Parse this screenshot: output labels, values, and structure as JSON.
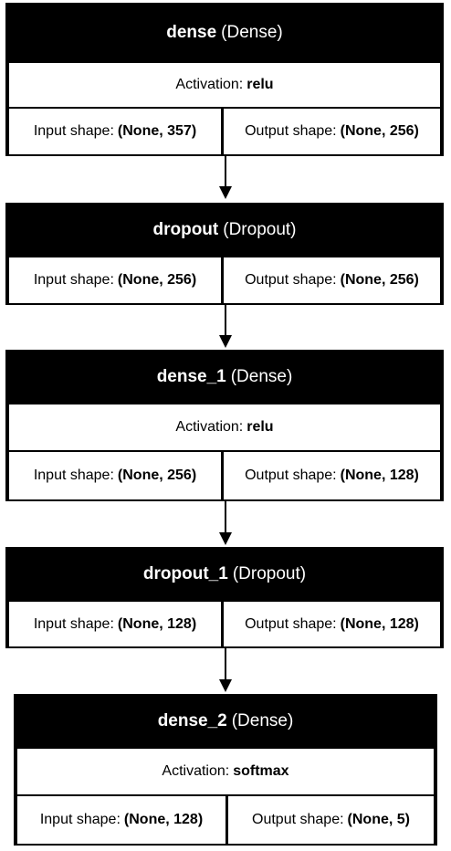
{
  "labels": {
    "activation": "Activation:",
    "input_shape": "Input shape:",
    "output_shape": "Output shape:"
  },
  "layers": [
    {
      "name": "dense",
      "type": "(Dense)",
      "activation": "relu",
      "input_shape": "(None, 357)",
      "output_shape": "(None, 256)"
    },
    {
      "name": "dropout",
      "type": "(Dropout)",
      "input_shape": "(None, 256)",
      "output_shape": "(None, 256)"
    },
    {
      "name": "dense_1",
      "type": "(Dense)",
      "activation": "relu",
      "input_shape": "(None, 256)",
      "output_shape": "(None, 128)"
    },
    {
      "name": "dropout_1",
      "type": "(Dropout)",
      "input_shape": "(None, 128)",
      "output_shape": "(None, 128)"
    },
    {
      "name": "dense_2",
      "type": "(Dense)",
      "activation": "softmax",
      "input_shape": "(None, 128)",
      "output_shape": "(None, 5)"
    }
  ]
}
